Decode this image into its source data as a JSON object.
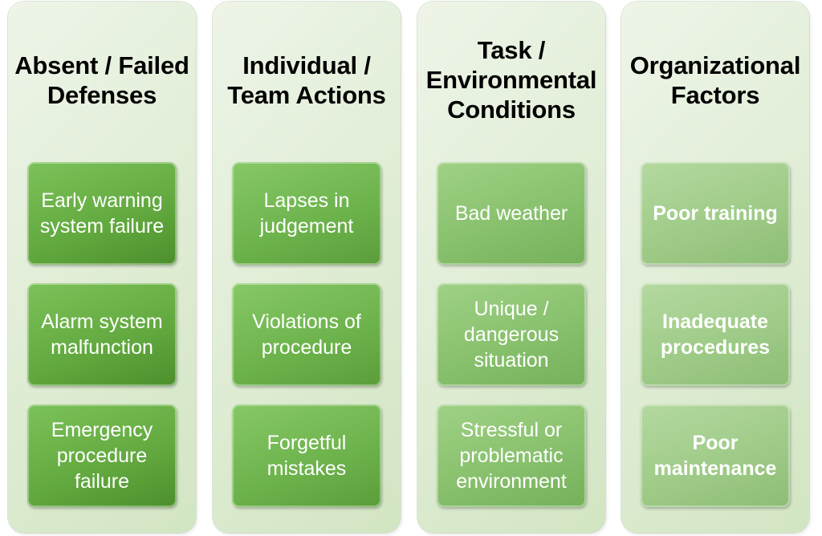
{
  "columns": [
    {
      "heading": "Absent / Failed\nDefenses",
      "items": [
        "Early warning\nsystem failure",
        "Alarm system\nmalfunction",
        "Emergency\nprocedure\nfailure"
      ]
    },
    {
      "heading": "Individual /\nTeam Actions",
      "items": [
        "Lapses in\njudgement",
        "Violations of\nprocedure",
        "Forgetful\nmistakes"
      ]
    },
    {
      "heading": "Task /\nEnvironmental\nConditions",
      "items": [
        "Bad weather",
        "Unique /\ndangerous\nsituation",
        "Stressful or\nproblematic\nenvironment"
      ]
    },
    {
      "heading": "Organizational\nFactors",
      "items": [
        "Poor training",
        "Inadequate\nprocedures",
        "Poor\nmaintenance"
      ]
    }
  ],
  "colors": {
    "column_background": "#e2eed8",
    "heading_text": "#000000",
    "box_text": "#ffffff",
    "box_col1": "#61a83e",
    "box_col2": "#6cb24b",
    "box_col3": "#86bf6b",
    "box_col4": "#9dca86"
  }
}
